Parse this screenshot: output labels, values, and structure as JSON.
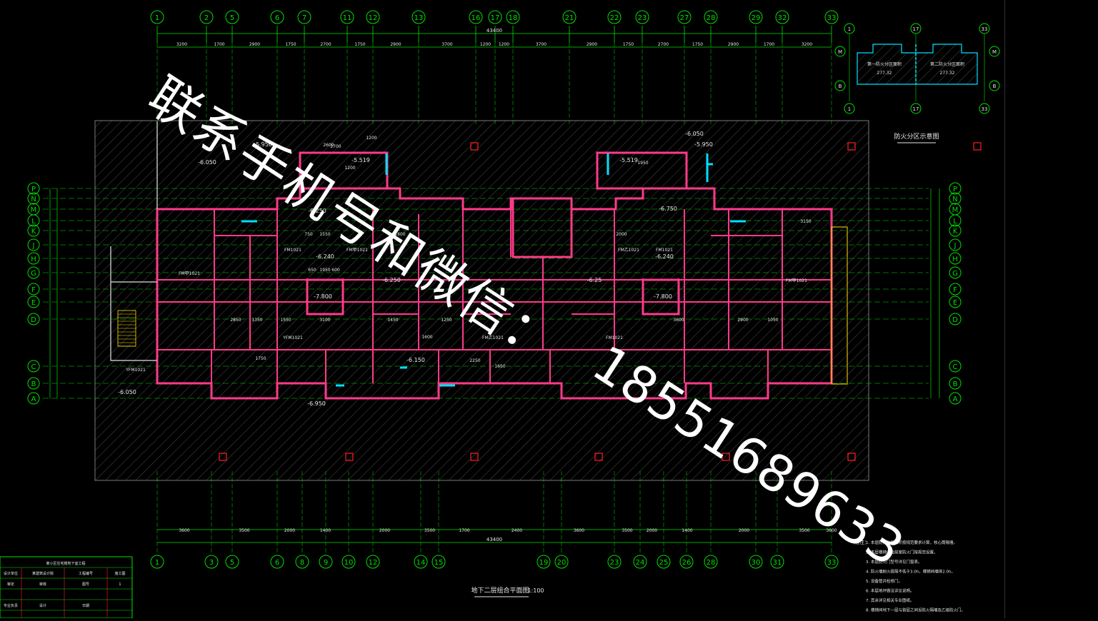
{
  "watermark": {
    "text_cn": "联系手机号和微信：",
    "text_phone": "18551689633"
  },
  "drawing": {
    "title": "地下二层组合平面图",
    "scale": "1:100",
    "fire_title": "防火分区示意图",
    "fire_zone_1": "第一防火分区面积",
    "fire_zone_1_area": "277.32",
    "fire_zone_2": "第二防火分区面积",
    "fire_zone_2_area": "277.32",
    "overall_dim": "43400"
  },
  "grid_top": [
    "1",
    "2",
    "5",
    "6",
    "7",
    "11",
    "12",
    "13",
    "16",
    "17",
    "18",
    "21",
    "22",
    "23",
    "27",
    "28",
    "29",
    "32",
    "33"
  ],
  "grid_bottom": [
    "1",
    "3",
    "5",
    "6",
    "8",
    "9",
    "10",
    "12",
    "14",
    "15",
    "19",
    "20",
    "23",
    "24",
    "25",
    "26",
    "28",
    "30",
    "31",
    "33"
  ],
  "grid_left": [
    "P",
    "N",
    "M",
    "L",
    "K",
    "J",
    "H",
    "G",
    "F",
    "E",
    "D",
    "C",
    "B",
    "A"
  ],
  "dims_top": [
    "3200",
    "1700",
    "2900",
    "1750",
    "2700",
    "1750",
    "2900",
    "3700",
    "1200",
    "1200",
    "3700",
    "2900",
    "1750",
    "2700",
    "1750",
    "2900",
    "1700",
    "3200"
  ],
  "dims_bottom": [
    "3600",
    "3500",
    "2000",
    "1400",
    "2000",
    "3500",
    "1700",
    "2400",
    "3600",
    "3500",
    "2000",
    "1400",
    "2000",
    "3500",
    "3600"
  ],
  "elevations": [
    "-6.050",
    "-5.950",
    "-5.519",
    "-6.250",
    "-6.240",
    "-7.800",
    "-6.250",
    "-6.25",
    "-6.150",
    "-6.050",
    "-5.950",
    "-5.519",
    "-6.750",
    "-6.240",
    "-7.800",
    "-6.050",
    "-6.950"
  ],
  "door_tags": [
    "FM1021",
    "FM甲1021",
    "YFM1021",
    "FM乙1021"
  ],
  "inner_dims": [
    "2600",
    "1200",
    "1550",
    "1800",
    "2700",
    "1200",
    "750",
    "650",
    "1950",
    "600",
    "1350",
    "1550",
    "1600",
    "3100",
    "2850",
    "1250",
    "1750",
    "2250",
    "1650",
    "1450",
    "1050",
    "2900",
    "3600",
    "1950",
    "3150",
    "2000"
  ],
  "notes_title": "附注：",
  "notes": [
    "1. 本层防火分区面积按规范要求计算，核心筒隔墙。",
    "2. 本层楼梯间及前室防火门按规范设置。",
    "3. 本层防火门型号详见门窗表。",
    "4. 防火墙耐火极限不低于3.0h，楼梯间墙体2.0h。",
    "5. 设备管井检修门。",
    "6. 本层地坪做法详见说明。",
    "7. 其余详见相关专业图纸。",
    "8. 楼梯间地下一层与首层之间设防火隔墙及乙级防火门。"
  ],
  "titleblock": {
    "project": "某小区住宅楼地下室工程",
    "row1": [
      "设计单位",
      "某建筑设计院",
      "工程编号",
      "施工图"
    ],
    "row2": [
      "审定",
      "审核",
      "图号",
      "1"
    ],
    "row3": [
      "专业负责",
      "设计",
      "日期"
    ]
  },
  "colors": {
    "grid": "#00e000",
    "wall": "#ff3a8a",
    "hatch": "#4a4a4a",
    "text": "#e8e8e8",
    "cyan": "#00e0ff",
    "yellow": "#ffe000",
    "red": "#ff2020"
  }
}
